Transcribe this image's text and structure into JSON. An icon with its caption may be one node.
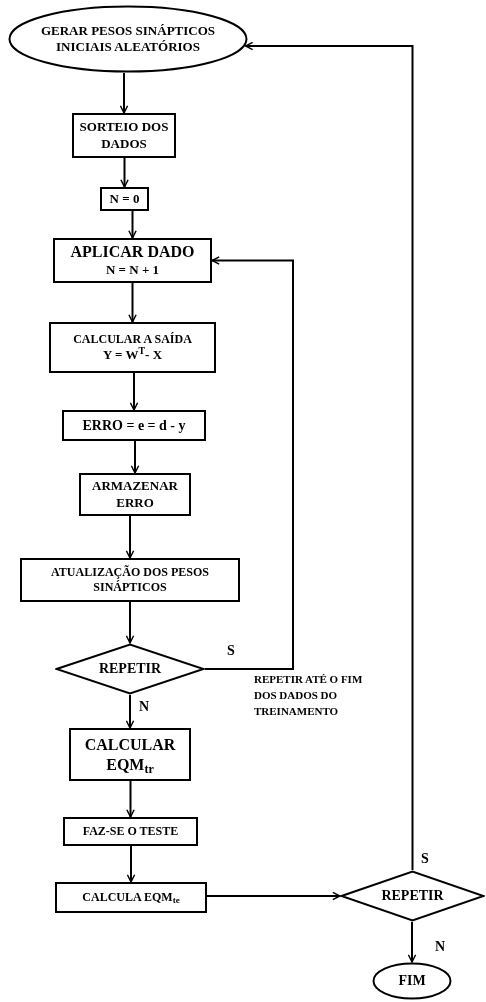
{
  "diagram": {
    "nodes": [
      {
        "text": [
          "GERAR PESOS SINÁPTICOS INICIAIS ALEATÓRIOS"
        ]
      },
      {
        "text": [
          "SORTEIO DOS DADOS"
        ]
      },
      {
        "text": [
          "N = 0"
        ]
      },
      {
        "text": [
          "APLICAR DADO",
          "N = N + 1"
        ]
      },
      {
        "text": [
          "CALCULAR A SAÍDA",
          "Y = W$^{T}$- X"
        ]
      },
      {
        "text": [
          "ERRO = e = d - y"
        ]
      },
      {
        "text": [
          "ARMAZENAR ERRO"
        ]
      },
      {
        "text": [
          "ATUALIZAÇÃO DOS PESOS SINÁPTICOS"
        ]
      },
      {
        "text": [
          "REPETIR"
        ]
      },
      {
        "text": [
          "CALCULAR EQM$_{tr}$"
        ]
      },
      {
        "text": [
          "FAZ-SE O TESTE"
        ]
      },
      {
        "text": [
          "CALCULA EQM$_{te}$"
        ]
      },
      {
        "text": [
          "REPETIR"
        ]
      },
      {
        "text": [
          "FIM"
        ]
      }
    ],
    "edges": [
      {
        "from": 0,
        "to": 1,
        "arrow": "to"
      },
      {
        "from": 1,
        "to": 2,
        "arrow": "to"
      },
      {
        "from": 2,
        "to": 3,
        "arrow": "to"
      },
      {
        "from": 3,
        "to": 4,
        "arrow": "to"
      },
      {
        "from": 4,
        "to": 5,
        "arrow": "to"
      },
      {
        "from": 5,
        "to": 6,
        "arrow": "to"
      },
      {
        "from": 6,
        "to": 7,
        "arrow": "to"
      },
      {
        "from": 7,
        "to": 8,
        "arrow": "to"
      },
      {
        "from": 8,
        "to": 3,
        "arrow": "to",
        "label": "S"
      },
      {
        "from": 8,
        "to": 9,
        "arrow": "to",
        "label": "N"
      },
      {
        "from": 9,
        "to": 10,
        "arrow": "to"
      },
      {
        "from": 10,
        "to": 11,
        "arrow": "to"
      },
      {
        "from": 11,
        "to": 12,
        "arrow": "to"
      },
      {
        "from": 12,
        "to": 0,
        "arrow": "to",
        "label": "S"
      },
      {
        "from": 12,
        "to": 13,
        "arrow": "to",
        "label": "N"
      }
    ],
    "labels": [
      "REPETIR ATÉ O FIM DOS DADOS DO TREINAMENTO"
    ]
  }
}
